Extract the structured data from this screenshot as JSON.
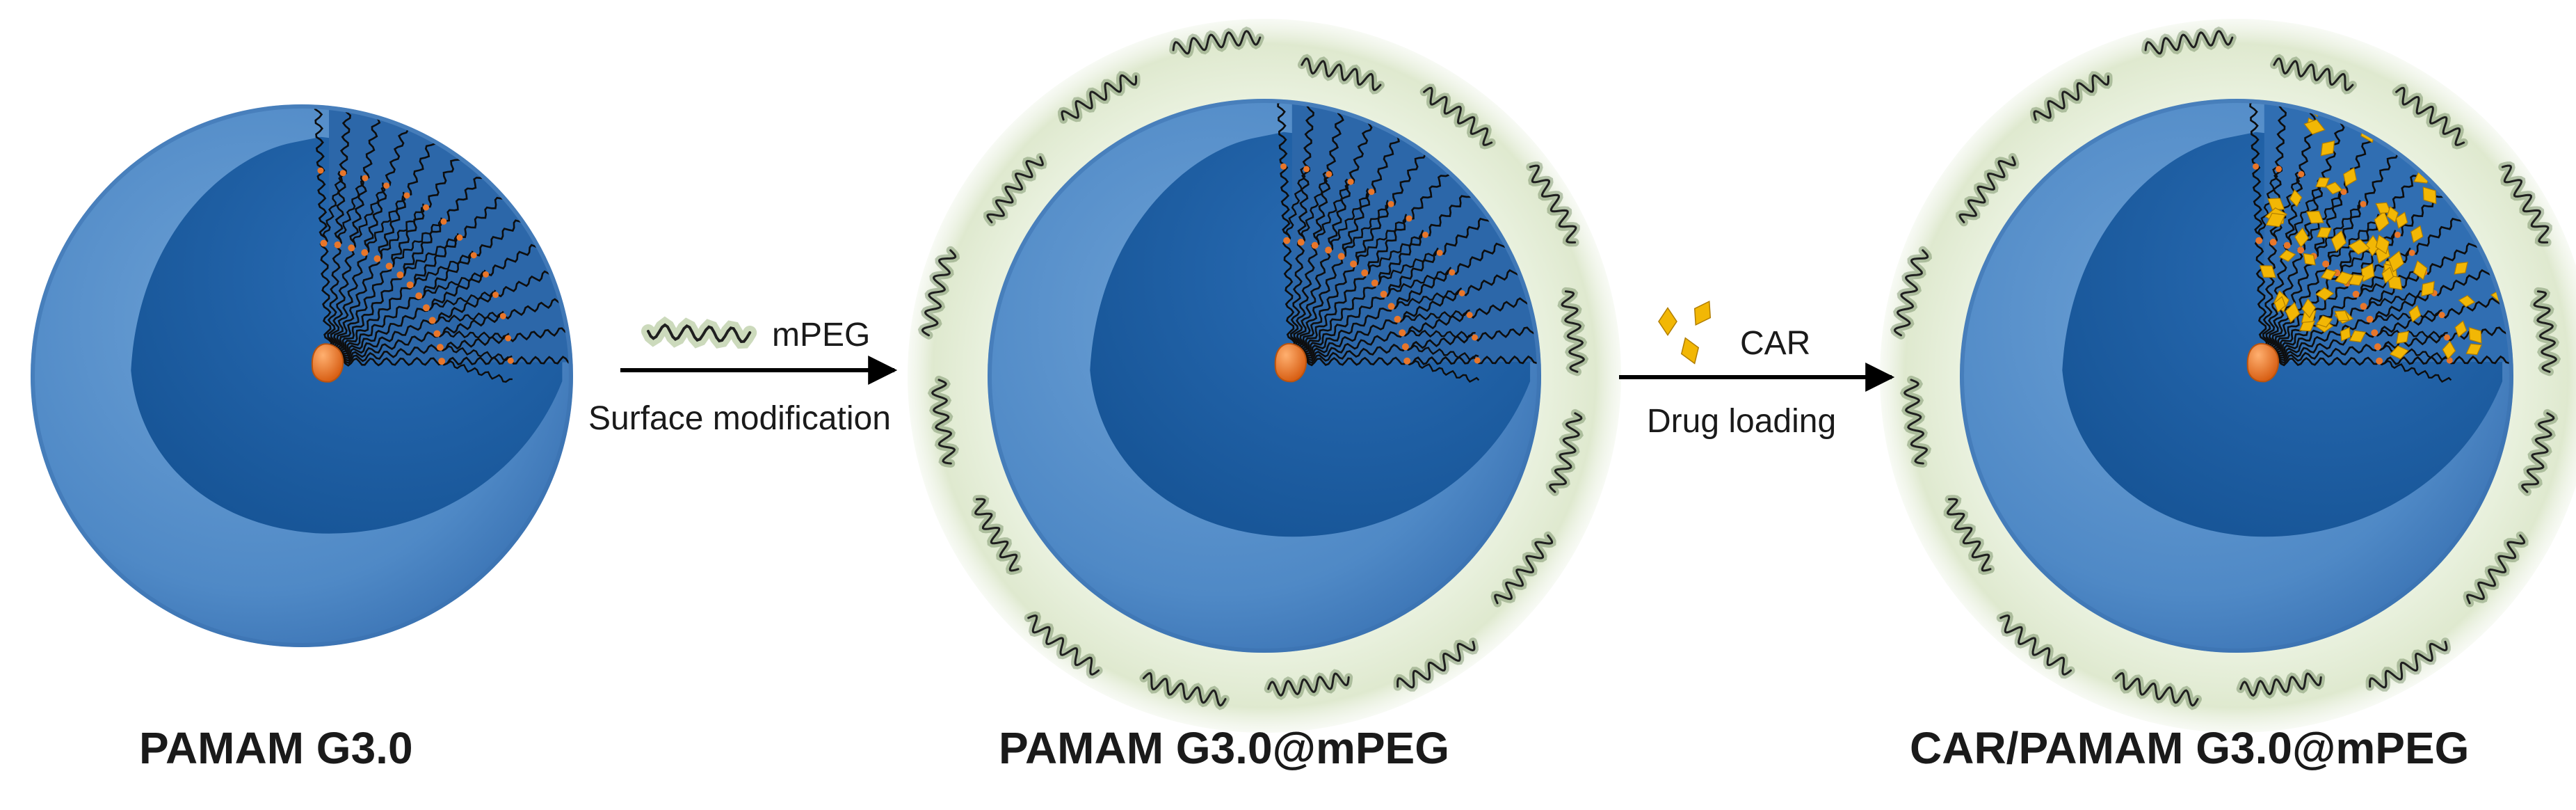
{
  "stages": [
    {
      "title": "PAMAM G3.0",
      "has_peg_shell": false,
      "has_drug": false
    },
    {
      "title": "PAMAM G3.0@mPEG",
      "has_peg_shell": true,
      "has_drug": false
    },
    {
      "title": "CAR/PAMAM G3.0@mPEG",
      "has_peg_shell": true,
      "has_drug": true
    }
  ],
  "steps": [
    {
      "reagent": "mPEG",
      "reagent_icon": "peg-chain-icon",
      "process": "Surface modification"
    },
    {
      "reagent": "CAR",
      "reagent_icon": "drug-crystal-icon",
      "process": "Drug loading"
    }
  ],
  "colors": {
    "sphere_light": "#5b93cc",
    "sphere_dark": "#1d5ea8",
    "core": "#e8762a",
    "peg_shell": "#dfe9d0",
    "drug": "#f2b705",
    "arrow": "#000000"
  }
}
